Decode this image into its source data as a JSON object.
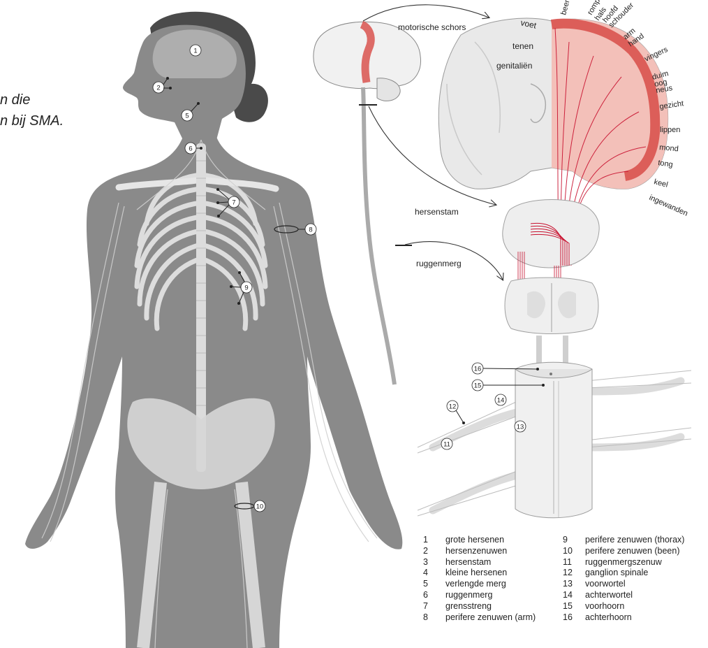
{
  "caption": {
    "line1": "n die",
    "line2": "n bij SMA."
  },
  "body_markers": [
    {
      "n": "1"
    },
    {
      "n": "2"
    },
    {
      "n": "5"
    },
    {
      "n": "6"
    },
    {
      "n": "7"
    },
    {
      "n": "8"
    },
    {
      "n": "9"
    },
    {
      "n": "10"
    }
  ],
  "spine_markers": [
    {
      "n": "16"
    },
    {
      "n": "15"
    },
    {
      "n": "14"
    },
    {
      "n": "12"
    },
    {
      "n": "13"
    },
    {
      "n": "11"
    }
  ],
  "arrow_labels": {
    "cortex": "motorische schors",
    "brainstem": "hersenstam",
    "cord": "ruggenmerg"
  },
  "homunculus_left": [
    "voet",
    "tenen",
    "genitaliën"
  ],
  "homunculus_right": [
    "been",
    "romp",
    "hals",
    "hoofd",
    "schouder",
    "arm",
    "hand",
    "vingers",
    "duim",
    "oog",
    "neus",
    "gezicht",
    "lippen",
    "mond",
    "tong",
    "keel",
    "ingewanden"
  ],
  "legend_left": [
    {
      "n": "1",
      "label": "grote hersenen"
    },
    {
      "n": "2",
      "label": "hersenzenuwen"
    },
    {
      "n": "3",
      "label": "hersenstam"
    },
    {
      "n": "4",
      "label": "kleine hersenen"
    },
    {
      "n": "5",
      "label": "verlengde merg"
    },
    {
      "n": "6",
      "label": "ruggenmerg"
    },
    {
      "n": "7",
      "label": "grensstreng"
    },
    {
      "n": "8",
      "label": "perifere zenuwen (arm)"
    }
  ],
  "legend_right": [
    {
      "n": "9",
      "label": "perifere zenuwen (thorax)"
    },
    {
      "n": "10",
      "label": "perifere zenuwen (been)"
    },
    {
      "n": "11",
      "label": "ruggenmergszenuw"
    },
    {
      "n": "12",
      "label": "ganglion spinale"
    },
    {
      "n": "13",
      "label": "voorwortel"
    },
    {
      "n": "14",
      "label": "achterwortel"
    },
    {
      "n": "15",
      "label": "voorhoorn"
    },
    {
      "n": "16",
      "label": "achterhoorn"
    }
  ],
  "colors": {
    "body": "#8a8a8a",
    "bone": "#e6e6e6",
    "hair": "#4a4a4a",
    "cortex_red": "#d9534f",
    "cortex_light": "#f2b9b2",
    "tract_red": "#c8102e"
  }
}
